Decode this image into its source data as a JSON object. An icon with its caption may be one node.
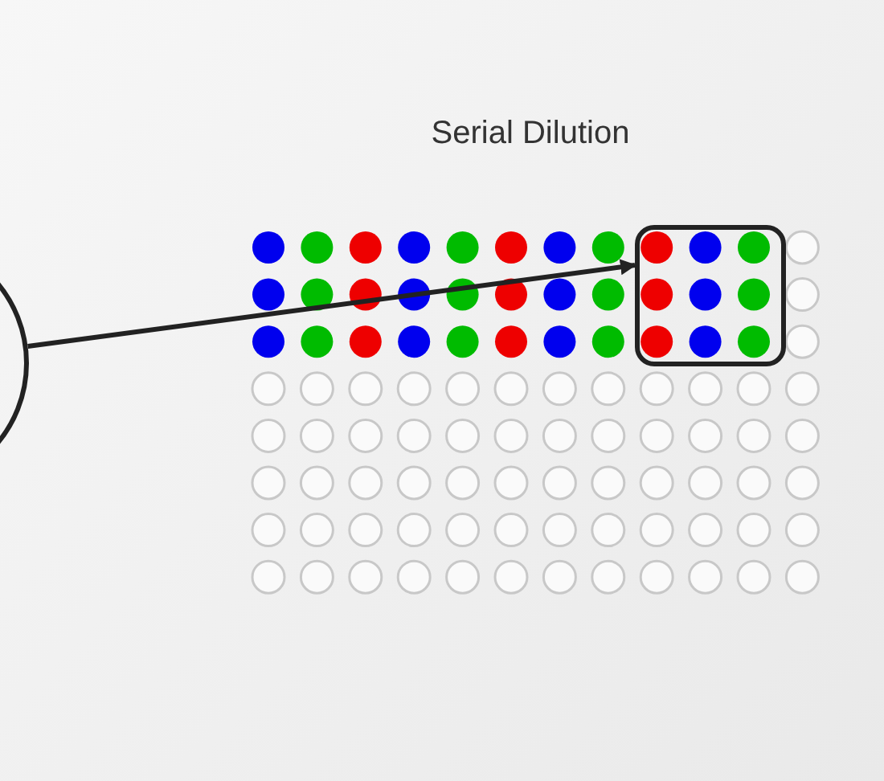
{
  "diagram": {
    "title": "Serial Dilution",
    "nodes": [
      {
        "text": [],
        "shape": "circle"
      },
      {
        "text": [],
        "shape": "box"
      }
    ],
    "edges": [
      {
        "from": 0,
        "to": 1,
        "arrow": "to"
      }
    ]
  }
}
